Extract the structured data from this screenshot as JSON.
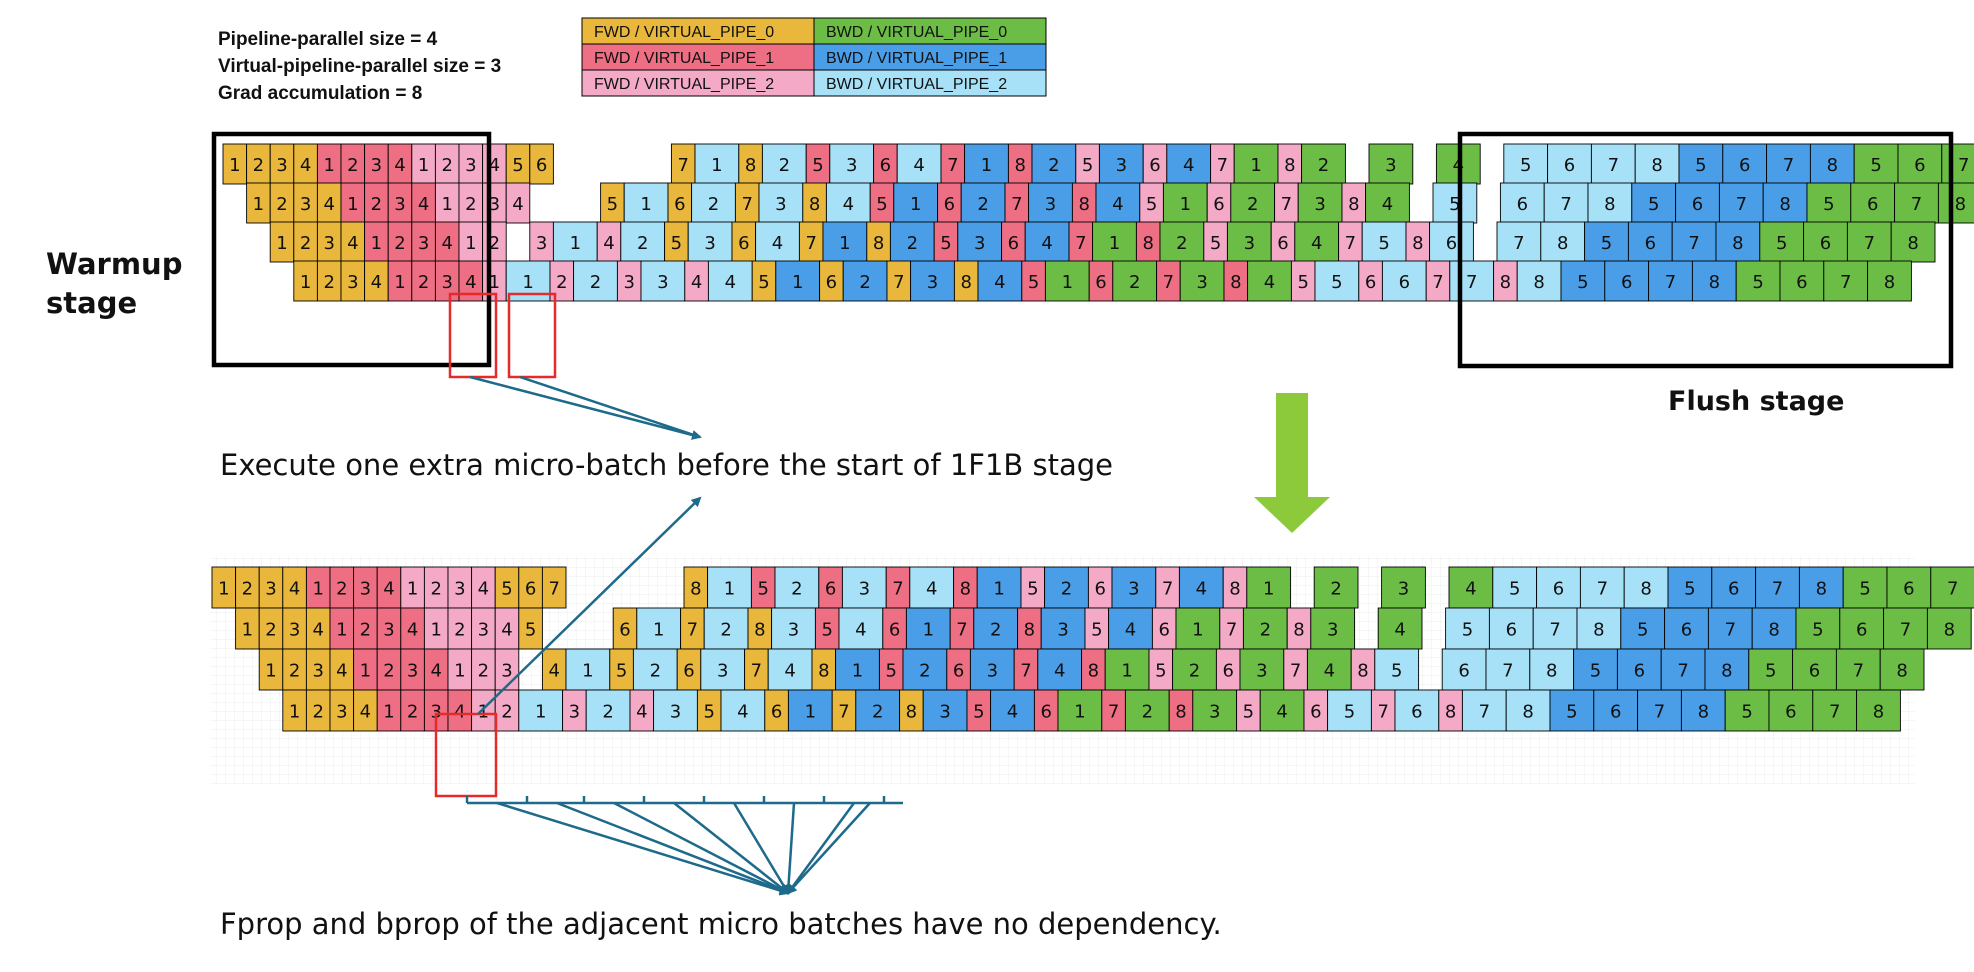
{
  "params": [
    "Pipeline-parallel size = 4",
    "Virtual-pipeline-parallel size = 3",
    "Grad accumulation = 8"
  ],
  "legend": [
    [
      "FWD / VIRTUAL_PIPE_0",
      "BWD / VIRTUAL_PIPE_0"
    ],
    [
      "FWD / VIRTUAL_PIPE_1",
      "BWD / VIRTUAL_PIPE_1"
    ],
    [
      "FWD / VIRTUAL_PIPE_2",
      "BWD / VIRTUAL_PIPE_2"
    ]
  ],
  "colors": {
    "fwd_vp0": "#e8b73c",
    "fwd_vp1": "#ee6e84",
    "fwd_vp2": "#f4aac6",
    "bwd_vp0": "#6cbd45",
    "bwd_vp1": "#4a9ee8",
    "bwd_vp2": "#a6e1f8",
    "box_stroke": "#000000",
    "highlight": "#e52a2a",
    "arrow": "#1e6a8a",
    "down_arrow": "#8cca3c"
  },
  "labels": {
    "warmup": "Warmup\nstage",
    "flush": "Flush stage",
    "caption_top": "Execute one extra micro-batch before the start of 1F1B stage",
    "caption_bottom": "Fprop and bprop of the adjacent micro batches have no dependency."
  },
  "schedule_top": [
    "f0:1 f0:2 f0:3 f0:4 f1:1 f1:2 f1:3 f1:4 f2:1 f2:2 f2:3 f2:4 f0:5 f0:6 _ _ _ _ _ f0:7 b2:1 f0:8 b2:2 f1:5 b2:3 f1:6 b2:4 f1:7 b1:1 f1:8 b1:2 f2:5 b1:3 f2:6 b1:4 f2:7 b0:1 f2:8 b0:2 _ b0:3 _ b0:4 _ b2:5 b2:6 b2:7 b2:8 b1:5 b1:6 b1:7 b1:8 b0:5 b0:6 b0:7 b0:8",
    "_ f0:1 f0:2 f0:3 f0:4 f1:1 f1:2 f1:3 f1:4 f2:1 f2:2 f2:3 f2:4 _ _ _ f0:5 b2:1 f0:6 b2:2 f0:7 b2:3 f0:8 b2:4 f1:5 b1:1 f1:6 b1:2 f1:7 b1:3 f1:8 b1:4 f2:5 b0:1 f2:6 b0:2 f2:7 b0:3 f2:8 b0:4 _ b2:5 _ b2:6 b2:7 b2:8 b1:5 b1:6 b1:7 b1:8 b0:5 b0:6 b0:7 b0:8",
    "_ _ f0:1 f0:2 f0:3 f0:4 f1:1 f1:2 f1:3 f1:4 f2:1 f2:2 _ f2:3 b2:1 f2:4 b2:2 f0:5 b2:3 f0:6 b2:4 f0:7 b1:1 f0:8 b1:2 f1:5 b1:3 f1:6 b1:4 f1:7 b0:1 f1:8 b0:2 f2:5 b0:3 f2:6 b0:4 f2:7 b2:5 f2:8 b2:6 _ b2:7 b2:8 b1:5 b1:6 b1:7 b1:8 b0:5 b0:6 b0:7 b0:8",
    "_ _ _ f0:1 f0:2 f0:3 f0:4 f1:1 f1:2 f1:3 f1:4 f2:1 b2:1 f2:2 b2:2 f2:3 b2:3 f2:4 b2:4 f0:5 b1:1 f0:6 b1:2 f0:7 b1:3 f0:8 b1:4 f1:5 b0:1 f1:6 b0:2 f1:7 b0:3 f1:8 b0:4 f2:5 b2:5 f2:6 b2:6 f2:7 b2:7 f2:8 b2:8 b1:5 b1:6 b1:7 b1:8 b0:5 b0:6 b0:7 b0:8"
  ],
  "schedule_bottom": [
    "f0:1 f0:2 f0:3 f0:4 f1:1 f1:2 f1:3 f1:4 f2:1 f2:2 f2:3 f2:4 f0:5 f0:6 f0:7 _ _ _ _ _ f0:8 b2:1 f1:5 b2:2 f1:6 b2:3 f1:7 b2:4 f1:8 b1:1 f2:5 b1:2 f2:6 b1:3 f2:7 b1:4 f2:8 b0:1 _ b0:2 _ b0:3 _ b0:4 b2:5 b2:6 b2:7 b2:8 b1:5 b1:6 b1:7 b1:8 b0:5 b0:6 b0:7 b0:8",
    "_ f0:1 f0:2 f0:3 f0:4 f1:1 f1:2 f1:3 f1:4 f2:1 f2:2 f2:3 f2:4 f0:5 _ _ _ f0:6 b2:1 f0:7 b2:2 f0:8 b2:3 f1:5 b2:4 f1:6 b1:1 f1:7 b1:2 f1:8 b1:3 f2:5 b1:4 f2:6 b0:1 f2:7 b0:2 f2:8 b0:3 _ b0:4 _ b2:5 b2:6 b2:7 b2:8 b1:5 b1:6 b1:7 b1:8 b0:5 b0:6 b0:7 b0:8",
    "_ _ f0:1 f0:2 f0:3 f0:4 f1:1 f1:2 f1:3 f1:4 f2:1 f2:2 f2:3 _ f0:4 b2:1 f0:5 b2:2 f0:6 b2:3 f0:7 b2:4 f0:8 b1:1 f1:5 b1:2 f1:6 b1:3 f1:7 b1:4 f1:8 b0:1 f2:5 b0:2 f2:6 b0:3 f2:7 b0:4 f2:8 b2:5 _ b2:6 b2:7 b2:8 b1:5 b1:6 b1:7 b1:8 b0:5 b0:6 b0:7 b0:8",
    "_ _ _ f0:1 f0:2 f0:3 f0:4 f1:1 f1:2 f1:3 f1:4 f2:1 f2:2 b2:1 f2:3 b2:2 f2:4 b2:3 f0:5 b2:4 f0:6 b1:1 f0:7 b1:2 f0:8 b1:3 f1:5 b1:4 f1:6 b0:1 f1:7 b0:2 f1:8 b0:3 f2:5 b0:4 f2:6 b2:5 f2:7 b2:6 f2:8 b2:7 b2:8 b1:5 b1:6 b1:7 b1:8 b0:5 b0:6 b0:7 b0:8"
  ]
}
